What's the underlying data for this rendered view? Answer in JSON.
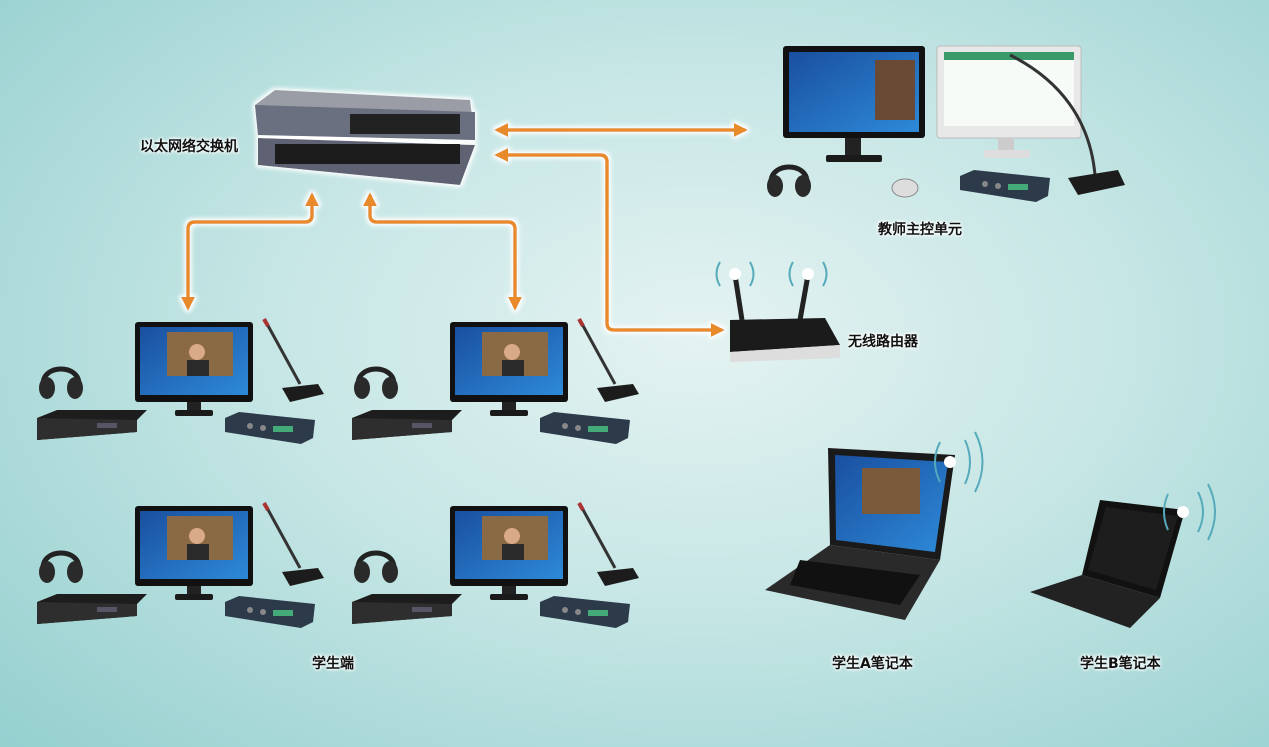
{
  "labels": {
    "switch": "以太网络交换机",
    "teacher": "教师主控单元",
    "router": "无线路由器",
    "students": "学生端",
    "laptop_a": "学生A笔记本",
    "laptop_b": "学生B笔记本"
  },
  "colors": {
    "link": "#e8892a",
    "background": "#c6e6e5"
  }
}
